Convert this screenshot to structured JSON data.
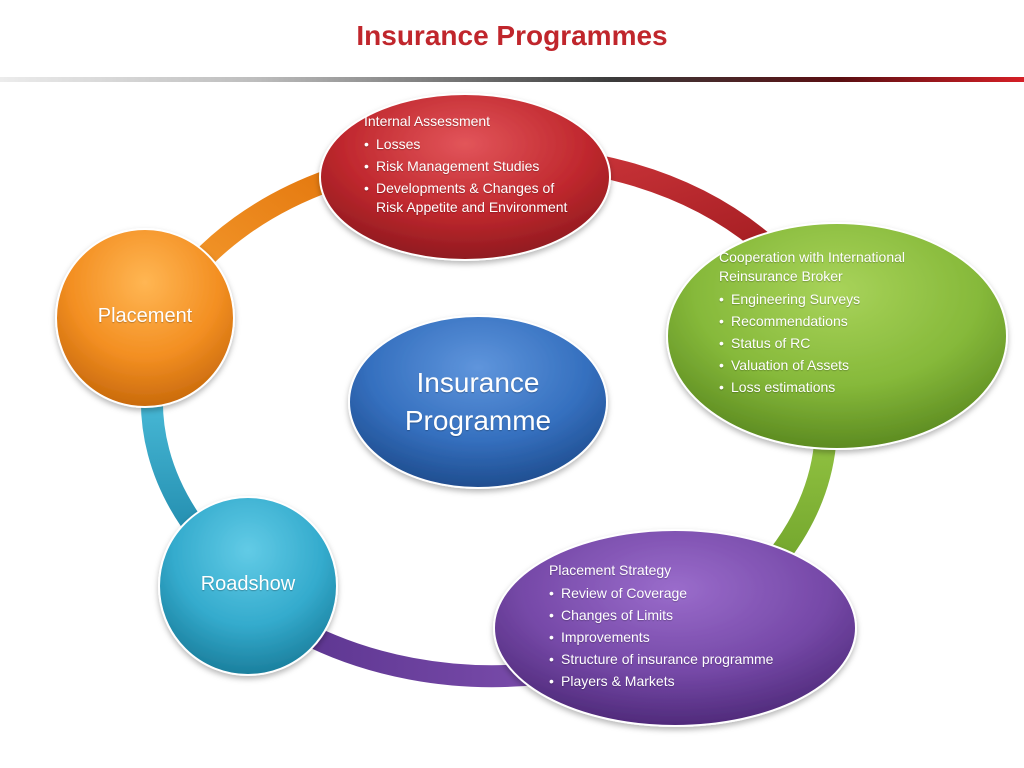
{
  "title": "Insurance Programmes",
  "colors": {
    "title": "#c0262c",
    "red_node": "#b8252a",
    "green_node": "#7fb232",
    "purple_node": "#6a3f99",
    "cyan_node": "#2fa7c9",
    "orange_node": "#f28a1c",
    "blue_node": "#2f67b8"
  },
  "center": {
    "line1": "Insurance",
    "line2": "Programme"
  },
  "internal_assessment": {
    "heading": "Internal Assessment",
    "items": [
      "Losses",
      "Risk Management Studies",
      "Developments & Changes of Risk Appetite and Environment"
    ]
  },
  "cooperation": {
    "heading": "Cooperation with International Reinsurance Broker",
    "items": [
      "Engineering Surveys",
      "Recommendations",
      "Status of RC",
      "Valuation of Assets",
      "Loss estimations"
    ]
  },
  "placement_strategy": {
    "heading": "Placement Strategy",
    "items": [
      "Review of Coverage",
      "Changes of Limits",
      "Improvements",
      "Structure of insurance programme",
      "Players & Markets"
    ]
  },
  "placement": {
    "label": "Placement"
  },
  "roadshow": {
    "label": "Roadshow"
  }
}
